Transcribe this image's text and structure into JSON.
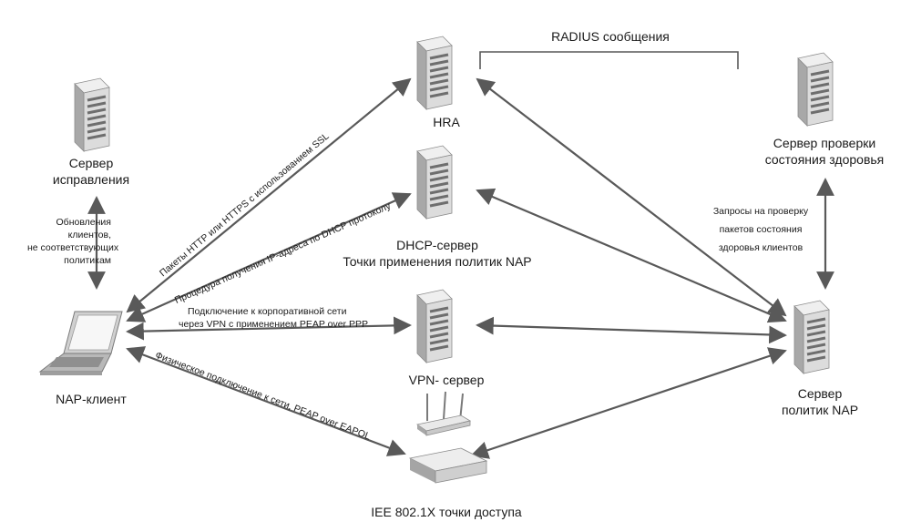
{
  "nodes": {
    "hra": {
      "icon": "server-tower-icon",
      "label": "HRA"
    },
    "dhcp": {
      "icon": "server-tower-icon",
      "label_line1": "DHCP-сервер",
      "label_line2": "Точки применения политик NAP"
    },
    "vpn": {
      "icon": "server-tower-icon",
      "label": "VPN- сервер"
    },
    "remediation": {
      "icon": "server-tower-icon",
      "label_line1": "Сервер",
      "label_line2": "исправления"
    },
    "health": {
      "icon": "server-tower-icon",
      "label_line1": "Сервер проверки",
      "label_line2": "состояния здоровья"
    },
    "nps": {
      "icon": "server-tower-icon",
      "label_line1": "Сервер",
      "label_line2": "политик NAP"
    },
    "client": {
      "icon": "laptop-icon",
      "label": "NAP-клиент"
    },
    "access_point": {
      "icon": "switch-icon",
      "label": "IEE 802.1X точки доступа"
    },
    "router": {
      "icon": "wireless-router-icon"
    }
  },
  "connections": {
    "radius": "RADIUS сообщения",
    "https": "Пакеты HTTP или HTTPS с использованием SSL",
    "dhcp": "Процедура получения IP-адреса по DHCP протоколу",
    "vpn_line1": "Подключение к корпоративной сети",
    "vpn_line2": "через VPN с применением PEAP over PPP",
    "physical": "Физическое подключение к сети, PEAP over EAPOL",
    "updates": [
      "Обновления",
      "клиентов,",
      "не соответствующих",
      "политикам"
    ],
    "health_requests": [
      "Запросы на проверку",
      "пакетов состояния",
      "здоровья клиентов"
    ]
  },
  "colors": {
    "line": "#595959",
    "server_body": "#d9d9d9",
    "server_dark": "#7a7a7a"
  }
}
